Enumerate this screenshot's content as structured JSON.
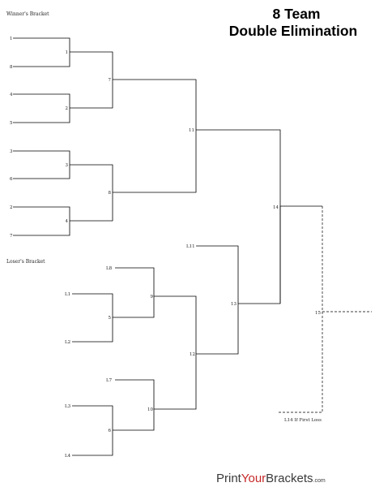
{
  "title_line1": "8 Team",
  "title_line2": "Double Elimination",
  "winners_header": "Winner's Bracket",
  "losers_header": "Loser's Bracket",
  "seeds": [
    "1",
    "8",
    "4",
    "5",
    "3",
    "6",
    "2",
    "7"
  ],
  "winners_games": [
    "1",
    "2",
    "3",
    "4",
    "7",
    "8",
    "11"
  ],
  "losers_labels": [
    "L8",
    "L1",
    "L2",
    "L7",
    "L3",
    "L4",
    "L11"
  ],
  "losers_games": [
    "5",
    "6",
    "9",
    "10",
    "12",
    "13"
  ],
  "final_game": "14",
  "if_game": "15",
  "if_note": "L14 If First Loss",
  "brand": {
    "part1": "Print",
    "part2": "Your",
    "part3": "Brackets",
    "suffix": ".com",
    "color_dark": "#3a3a3a",
    "color_accent": "#c62828"
  }
}
